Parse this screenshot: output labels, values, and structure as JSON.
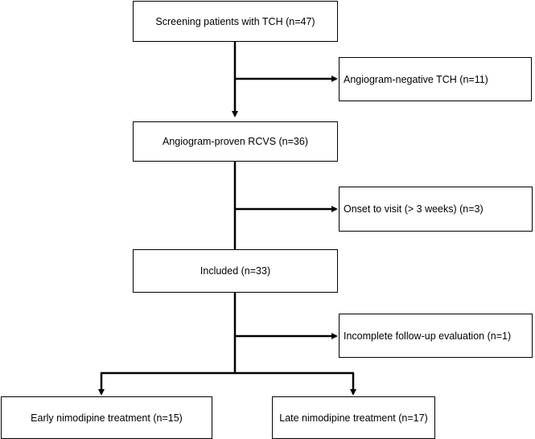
{
  "flowchart": {
    "boxes": {
      "screening": "Screening patients with TCH (n=47)",
      "angio_negative": "Angiogram-negative TCH (n=11)",
      "angio_proven": "Angiogram-proven RCVS (n=36)",
      "onset_to_visit": "Onset to visit (> 3 weeks) (n=3)",
      "included": "Included (n=33)",
      "incomplete_followup": "Incomplete follow-up evaluation (n=1)",
      "early_nimodipine": "Early nimodipine treatment (n=15)",
      "late_nimodipine": "Late nimodipine treatment (n=17)"
    },
    "colors": {
      "line": "#000000",
      "box_border": "#000000",
      "background": "#ffffff"
    }
  }
}
